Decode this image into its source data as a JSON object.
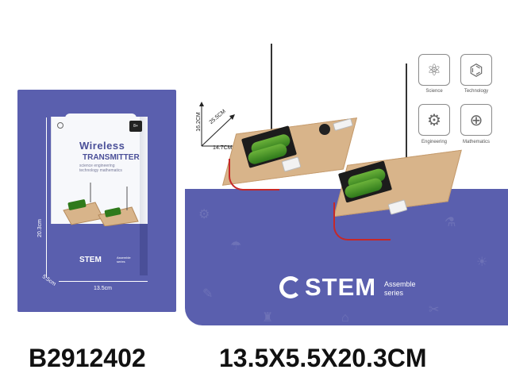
{
  "package": {
    "title_line1": "Wireless",
    "title_line2": "TRANSMITTER",
    "subtitle": "science engineering technology mathematics",
    "brand": "STEM",
    "brand_series": "Assemble series",
    "age_badge": "8+",
    "dim_height": "20.3cm",
    "dim_depth": "5.5cm",
    "dim_width": "13.5cm"
  },
  "product": {
    "brand": "STEM",
    "brand_series_line1": "Assemble",
    "brand_series_line2": "series",
    "axis_height": "16.2CM",
    "axis_depth": "25.5CM",
    "axis_width": "14.7CM"
  },
  "icons": [
    {
      "name": "science-icon",
      "label": "Science"
    },
    {
      "name": "technology-icon",
      "label": "Technology"
    },
    {
      "name": "engineering-icon",
      "label": "Engineering"
    },
    {
      "name": "mathematics-icon",
      "label": "Mathematics"
    }
  ],
  "footer": {
    "item_code": "B2912402",
    "dimensions": "13.5X5.5X20.3CM"
  },
  "colors": {
    "brand_purple": "#5a5fae",
    "text": "#111111",
    "board": "#d8b48a",
    "battery": "#4a9a28"
  }
}
